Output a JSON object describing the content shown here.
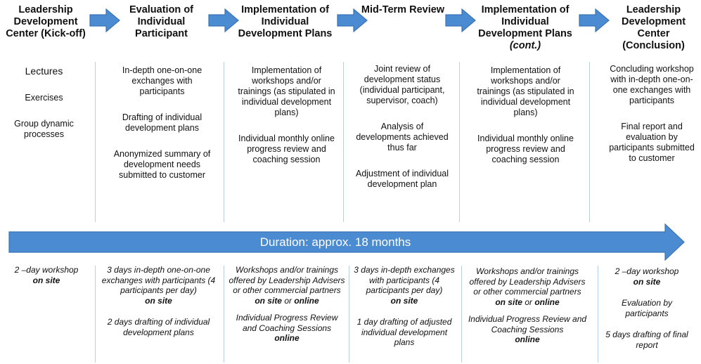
{
  "stages": [
    {
      "title": "Leadership Development Center (Kick-off)"
    },
    {
      "title": "Evaluation of Individual Participant"
    },
    {
      "title": "Implementation of Individual Development Plans"
    },
    {
      "title": "Mid-Term Review"
    },
    {
      "title_main": "Implementation of Individual Development Plans",
      "title_cont": "(cont.)"
    },
    {
      "title": "Leadership Development Center (Conclusion)"
    }
  ],
  "activities": [
    [
      "Lectures",
      "Exercises",
      "Group dynamic processes"
    ],
    [
      "In-depth one-on-one exchanges with participants",
      "Drafting of individual development plans",
      "Anonymized summary of development needs submitted to customer"
    ],
    [
      "Implementation of workshops and/or trainings (as stipulated in individual development plans)",
      "Individual monthly online progress review and coaching session"
    ],
    [
      "Joint review of development status (individual participant, supervisor, coach)",
      "Analysis of developments achieved thus far",
      "Adjustment of individual development plan"
    ],
    [
      "Implementation of workshops and/or trainings (as stipulated in individual development plans)",
      "Individual monthly online progress review and coaching session"
    ],
    [
      "Concluding workshop with in-depth one-on-one exchanges with participants",
      "Final report and evaluation by participants submitted to customer"
    ]
  ],
  "duration": "Duration: approx. 18 months",
  "formats": {
    "c1": {
      "a": "2 –day workshop",
      "b": "on site"
    },
    "c2": {
      "a": "3 days in-depth one-on-one exchanges with participants (4 participants per day)",
      "b": "on site",
      "c": "2 days drafting of individual development plans"
    },
    "c3": {
      "a": "Workshops and/or trainings offered by Leadership Advisers or other commercial partners",
      "b": "on site",
      "or": "or",
      "d": "online",
      "e": "Individual Progress Review and Coaching Sessions",
      "f": "online"
    },
    "c4": {
      "a": "3 days in-depth exchanges with participants (4 participants per day)",
      "b": "on site",
      "c": "1 day drafting of adjusted individual development plans"
    },
    "c5": {
      "a": "Workshops and/or trainings offered by Leadership Advisers or other commercial partners",
      "b": "on site",
      "or": "or",
      "d": "online",
      "e": "Individual Progress Review and Coaching Sessions",
      "f": "online"
    },
    "c6": {
      "a": "2 –day workshop",
      "b": "on site",
      "c": "Evaluation by participants",
      "d": "5 days drafting of final report"
    }
  },
  "colors": {
    "arrow": "#4a8bd2",
    "arrow_border": "#3a74b5",
    "divider": "#b8cfe6"
  }
}
